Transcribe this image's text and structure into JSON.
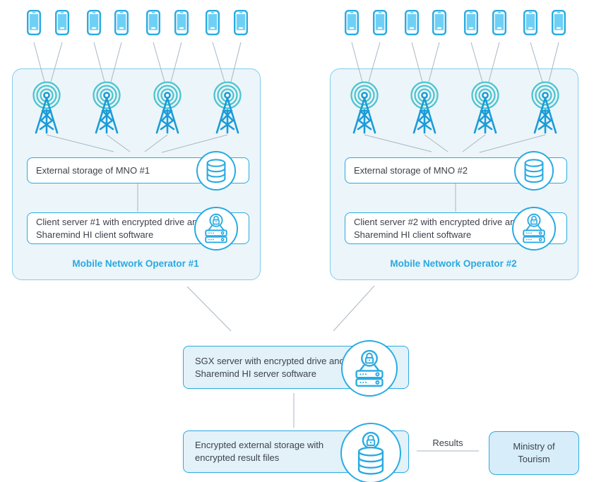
{
  "colors": {
    "accent_blue": "#29abe2",
    "phone_screen_blue": "#6fd0f5",
    "signal_ring_teal": "#4cc4cf",
    "tower_blue": "#1a9cd8",
    "group_box_fill": "#ecf5f9",
    "filled_box_fill": "#e3f1f9",
    "ministry_box_fill": "#d7edf9",
    "connector_gray": "#a9b6c3",
    "text_dark": "#3c434c",
    "label_blue": "#29a9e1"
  },
  "mno1": {
    "label": "Mobile Network Operator #1",
    "storage_label": "External storage of MNO #1",
    "client_label": "Client server #1 with encrypted drive and Sharemind HI client software"
  },
  "mno2": {
    "label": "Mobile Network Operator #2",
    "storage_label": "External storage of MNO #2",
    "client_label": "Client server #2 with encrypted drive and Sharemind HI client software"
  },
  "sgx": {
    "label": "SGX server with encrypted drive and Sharemind HI server software"
  },
  "result_storage": {
    "label": "Encrypted external storage with encrypted result files"
  },
  "results_edge": {
    "label": "Results"
  },
  "ministry": {
    "label": "Ministry of Tourism"
  },
  "icons": {
    "phone": "smartphone-icon",
    "tower": "cell-tower-icon",
    "database": "database-icon",
    "server_lock": "encrypted-server-icon",
    "database_lock": "encrypted-database-icon"
  }
}
